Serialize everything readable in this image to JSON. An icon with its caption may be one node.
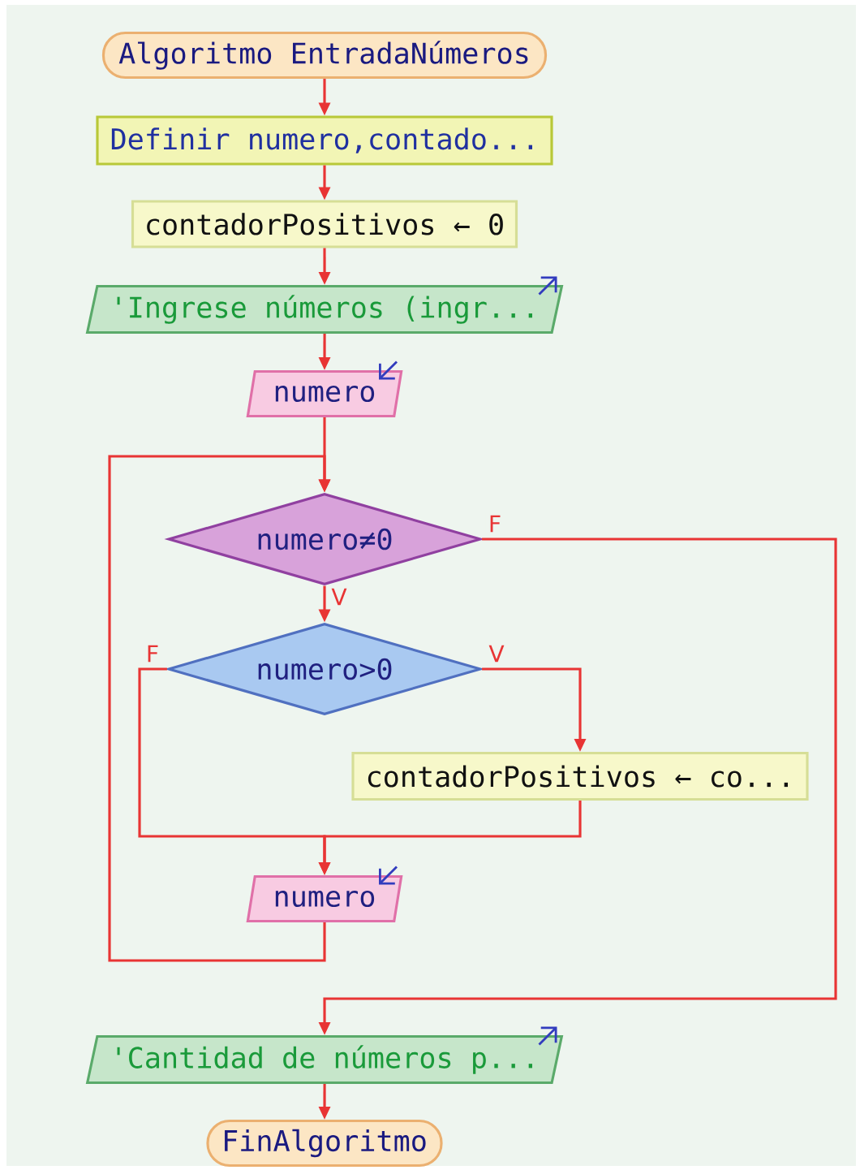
{
  "diagram": {
    "nodes": [
      {
        "text": [
          "Algoritmo EntradaNúmeros"
        ]
      },
      {
        "text": [
          "Definir numero,contado..."
        ]
      },
      {
        "text": [
          "contadorPositivos ← 0"
        ]
      },
      {
        "text": [
          "'Ingrese números (ingr..."
        ]
      },
      {
        "text": [
          "numero"
        ]
      },
      {
        "text": [
          "numero≠0"
        ]
      },
      {
        "text": [
          "numero>0"
        ]
      },
      {
        "text": [
          "contadorPositivos ← co..."
        ]
      },
      {
        "text": [
          "numero"
        ]
      },
      {
        "text": [
          "'Cantidad de números p..."
        ]
      },
      {
        "text": [
          "FinAlgoritmo"
        ]
      }
    ],
    "edges": [
      {
        "from": 0,
        "to": 1,
        "arrow": "to"
      },
      {
        "from": 1,
        "to": 2,
        "arrow": "to"
      },
      {
        "from": 2,
        "to": 3,
        "arrow": "to"
      },
      {
        "from": 3,
        "to": 4,
        "arrow": "to"
      },
      {
        "from": 4,
        "to": 5,
        "arrow": "to"
      },
      {
        "from": 5,
        "to": 6,
        "arrow": "to",
        "label": "V"
      },
      {
        "from": 6,
        "to": 7,
        "arrow": "to",
        "label": "V"
      },
      {
        "from": 6,
        "to": 8,
        "arrow": "to",
        "label": "F"
      },
      {
        "from": 7,
        "to": 8,
        "arrow": "to"
      },
      {
        "from": 8,
        "to": 5,
        "arrow": "to"
      },
      {
        "from": 5,
        "to": 9,
        "arrow": "to",
        "label": "F"
      },
      {
        "from": 9,
        "to": 10,
        "arrow": "to"
      }
    ]
  }
}
